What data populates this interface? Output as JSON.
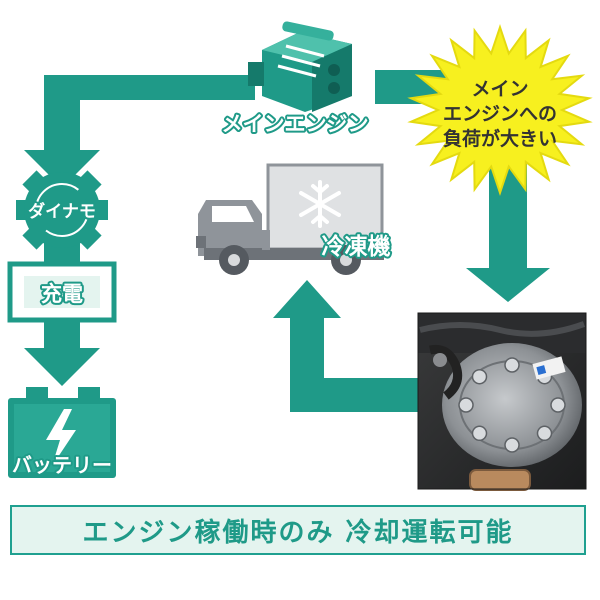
{
  "labels": {
    "main_engine": "メインエンジン",
    "dynamo": "ダイナモ",
    "charge": "充電",
    "battery": "バッテリー",
    "refrigerator": "冷凍機",
    "load_line1": "メイン",
    "load_line2": "エンジンへの",
    "load_line3": "負荷が大きい"
  },
  "banner": {
    "text": "エンジン稼働時のみ 冷却運転可能"
  },
  "colors": {
    "teal": "#1f9a88",
    "teal_dark": "#157a6b",
    "burst_yellow": "#f7f01f",
    "banner_bg": "#e4f4ef",
    "truck_gray": "#8f949a",
    "cargo_box": "#dfe1e3"
  },
  "icons": [
    "engine-icon",
    "gear-icon",
    "battery-icon",
    "lightning-icon",
    "truck-icon",
    "snowflake-icon",
    "compressor-photo"
  ]
}
